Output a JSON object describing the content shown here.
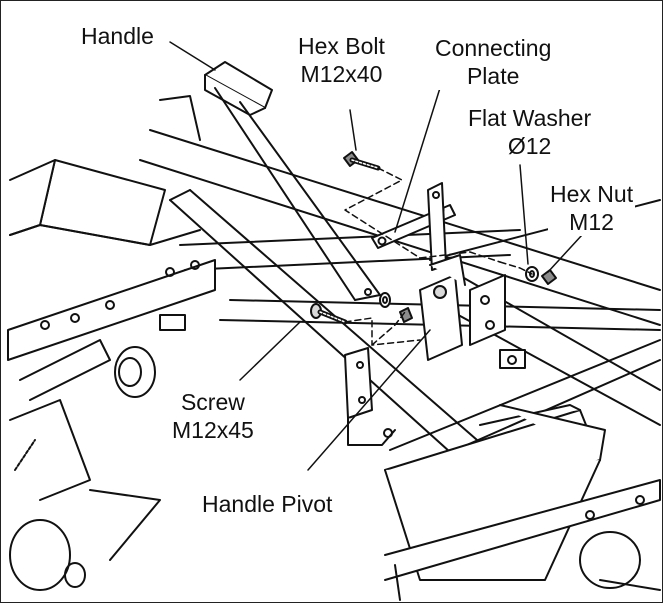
{
  "diagram": {
    "labels": {
      "handle": "Handle",
      "hex_bolt": [
        "Hex Bolt",
        "M12x40"
      ],
      "connecting_plate": [
        "Connecting",
        "Plate"
      ],
      "flat_washer": [
        "Flat Washer",
        "Ø12"
      ],
      "hex_nut": [
        "Hex Nut",
        "M12"
      ],
      "screw": [
        "Screw",
        "M12x45"
      ],
      "handle_pivot": "Handle Pivot"
    },
    "colors": {
      "line": "#111111",
      "fill_light": "#ffffff",
      "fill_shade": "#d9d9d9",
      "fill_dark": "#8c8c8c"
    }
  }
}
